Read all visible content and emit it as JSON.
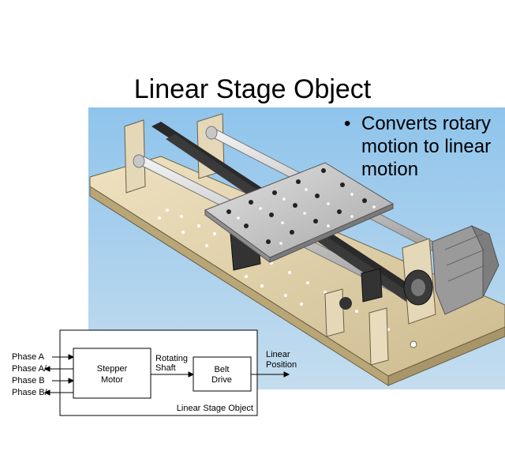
{
  "slide": {
    "title": "Linear Stage Object",
    "bullets": [
      "Converts rotary motion to linear motion"
    ]
  },
  "block_diagram": {
    "inputs": [
      "Phase A",
      "Phase A/",
      "Phase B",
      "Phase B/"
    ],
    "motor_block": [
      "Stepper",
      "Motor"
    ],
    "shaft_label": [
      "Rotating",
      "Shaft"
    ],
    "belt_block": [
      "Belt",
      "Drive"
    ],
    "output_label": [
      "Linear",
      "Position"
    ],
    "container_label": "Linear Stage Object"
  },
  "colors": {
    "background_sky": "#a6cdea",
    "base_plate": "#e3d4ae",
    "carriage_plate": "#c9c9c9",
    "rod": "#d8d8d8",
    "belt": "#2a2a2a",
    "motor": "#9a9a9a"
  }
}
